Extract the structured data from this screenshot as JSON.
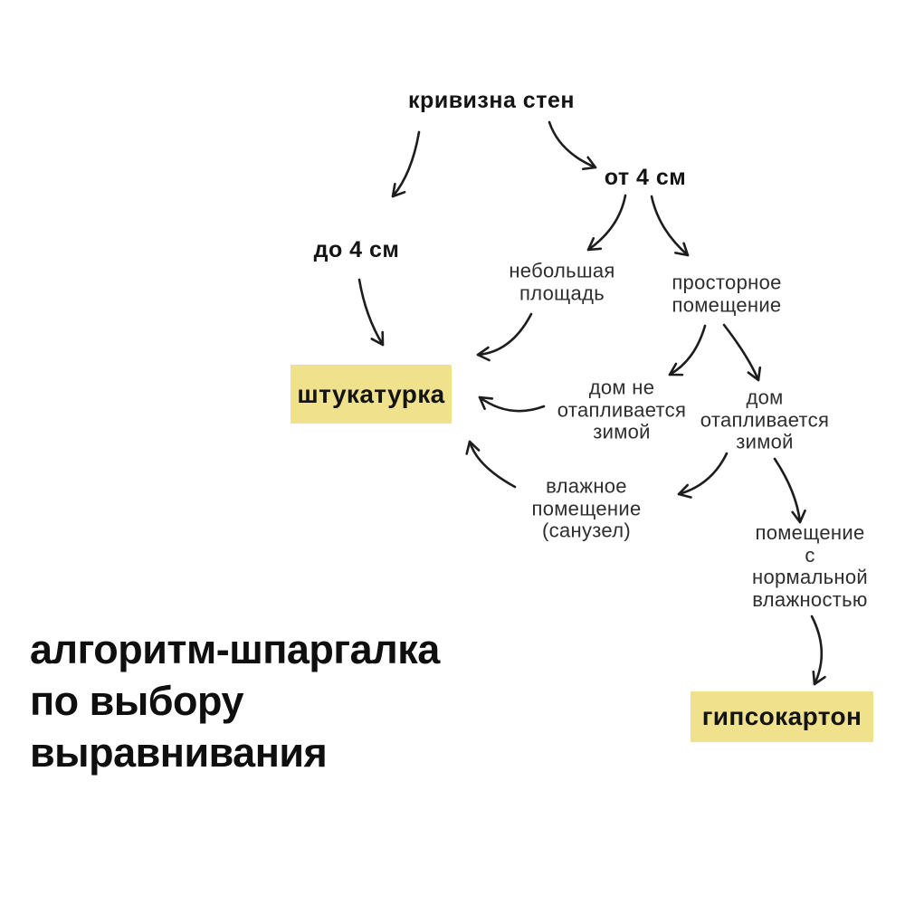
{
  "colors": {
    "background": "#ffffff",
    "highlight_yellow": "#F0E18C",
    "node_text": "#2e2e2e",
    "bold_text": "#141414",
    "arrow_ink": "#1d1d1d"
  },
  "nodes": {
    "root": "кривизна стен",
    "upto4": "до 4 см",
    "from4": "от 4 см",
    "small_area": "небольшая\nплощадь",
    "spacious": "просторное\nпомещение",
    "not_heated": "дом не\nотапливается\nзимой",
    "heated": "дом\nотапливается\nзимой",
    "wet": "влажное\nпомещение\n(санузел)",
    "normal_humidity": "помещение\nс нормальной\nвлажностью",
    "plaster": "штукатурка",
    "drywall": "гипсокартон"
  },
  "title": "алгоритм-шпаргалка\nпо выбору\nвыравнивания"
}
